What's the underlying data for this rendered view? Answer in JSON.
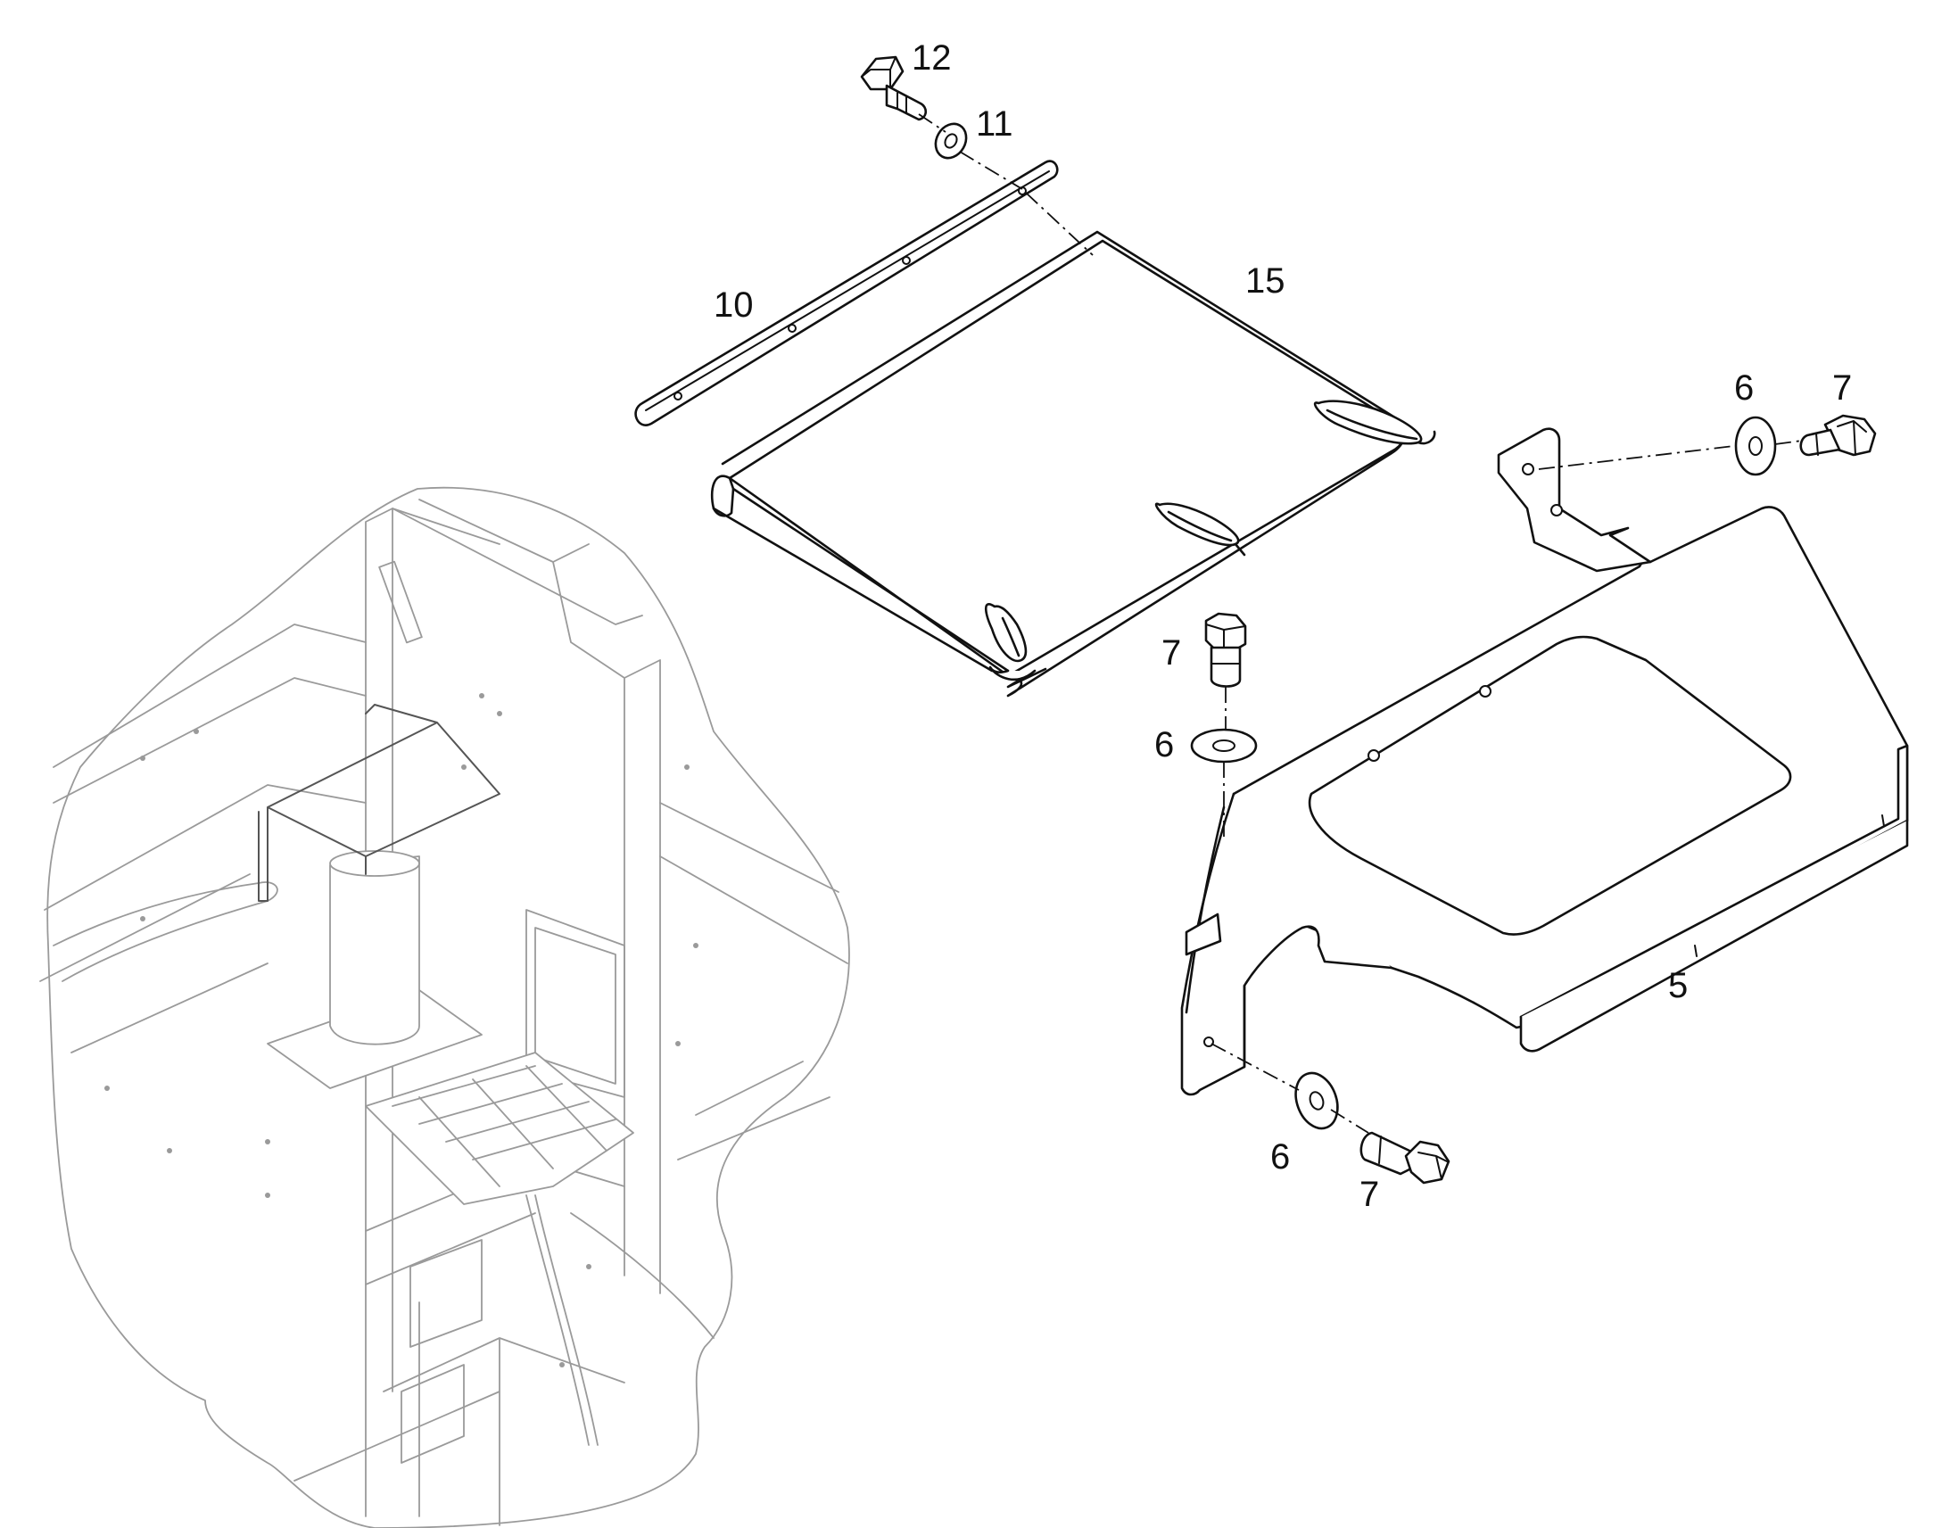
{
  "callouts": {
    "c12": "12",
    "c11": "11",
    "c10": "10",
    "c15": "15",
    "c6_top": "6",
    "c7_top": "7",
    "c7_mid": "7",
    "c6_mid": "6",
    "c5": "5",
    "c6_bottom": "6",
    "c7_bottom": "7"
  },
  "colors": {
    "line": "#111111",
    "context": "#9a9a9a",
    "background": "#ffffff"
  }
}
